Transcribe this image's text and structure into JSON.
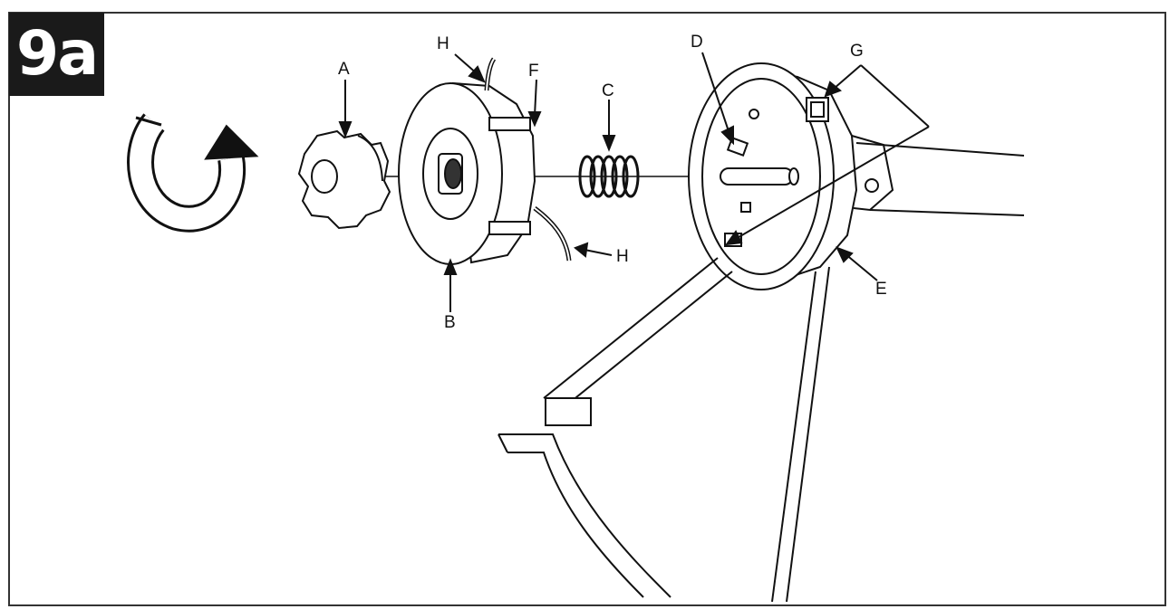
{
  "figure": {
    "step": "9a",
    "labels": {
      "A": "A",
      "B": "B",
      "C": "C",
      "D": "D",
      "E": "E",
      "F": "F",
      "G": "G",
      "H1": "H",
      "H2": "H"
    }
  }
}
